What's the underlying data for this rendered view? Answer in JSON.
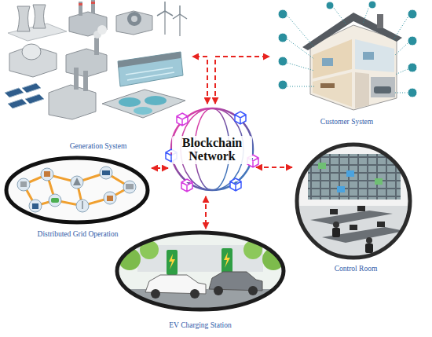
{
  "diagram": {
    "nodes": [
      {
        "text": [
          "Generation System"
        ]
      },
      {
        "text": [
          "Customer System"
        ]
      },
      {
        "text": [
          "Blockchain Network"
        ]
      },
      {
        "text": [
          "Distributed Grid Operation"
        ]
      },
      {
        "text": [
          "Control Room"
        ]
      },
      {
        "text": [
          "EV Charging Station"
        ]
      }
    ],
    "edges": [
      {
        "from": 2,
        "to": 0,
        "arrow": "both"
      },
      {
        "from": 2,
        "to": 1,
        "arrow": "both"
      },
      {
        "from": 2,
        "to": 3,
        "arrow": "both"
      },
      {
        "from": 2,
        "to": 4,
        "arrow": "both"
      },
      {
        "from": 2,
        "to": 5,
        "arrow": "both"
      }
    ]
  }
}
